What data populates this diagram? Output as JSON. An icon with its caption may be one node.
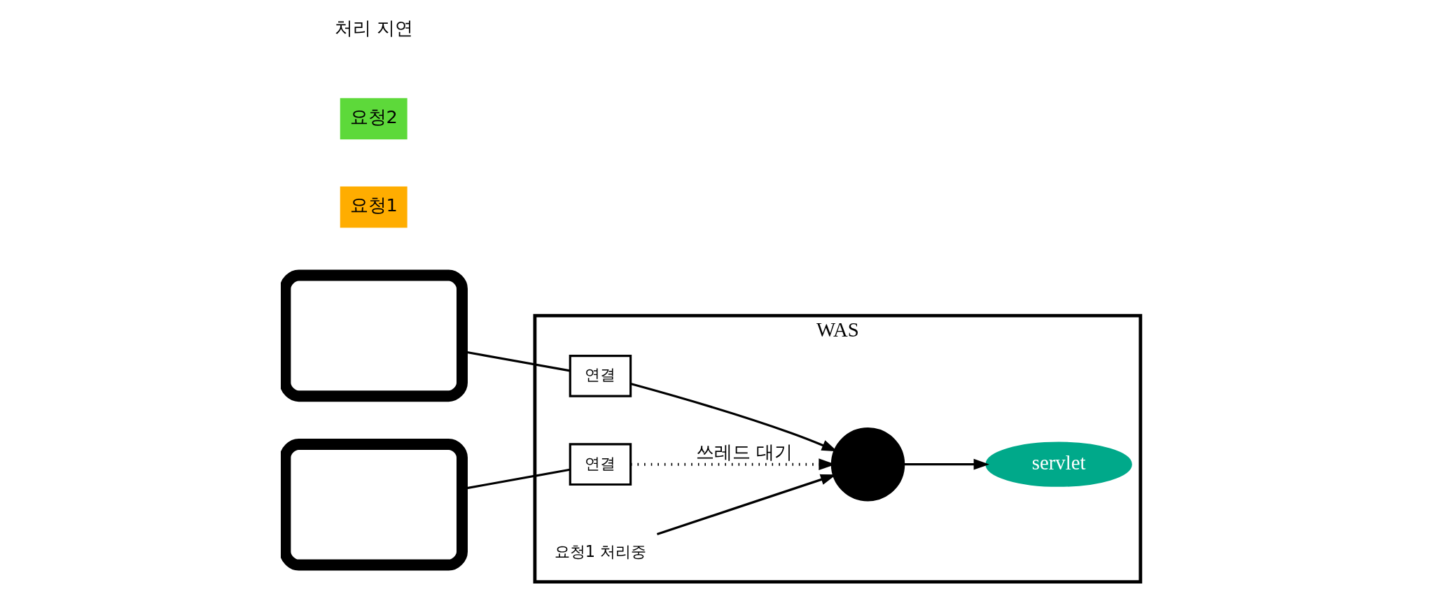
{
  "diagram": {
    "nodes": [
      {
        "text": [
          "WAS"
        ]
      },
      {
        "text": [],
        "shape": "monitor"
      },
      {
        "text": [],
        "shape": "monitor"
      },
      {
        "text": [
          "요청1"
        ]
      },
      {
        "text": [
          "요청2"
        ]
      },
      {
        "text": [
          "연결"
        ],
        "in": 0
      },
      {
        "text": [
          "연결"
        ],
        "in": 0
      },
      {
        "text": [],
        "shape": "circle",
        "in": 0
      },
      {
        "text": [
          "요청1 처리중"
        ],
        "in": 0
      },
      {
        "text": [
          "servlet"
        ],
        "in": 0
      }
    ],
    "edges": [
      {
        "from": 1,
        "to": 5,
        "arrow": "none"
      },
      {
        "from": 2,
        "to": 6,
        "arrow": "none"
      },
      {
        "from": 5,
        "to": 7,
        "arrow": "to"
      },
      {
        "from": 8,
        "to": 7,
        "arrow": "to"
      },
      {
        "from": 7,
        "to": 9,
        "arrow": "to"
      },
      {
        "from": 6,
        "to": 7,
        "arrow": "to",
        "label": "쓰레드 대기",
        "style": "dashed"
      }
    ],
    "labels": [
      "처리 지연"
    ]
  }
}
